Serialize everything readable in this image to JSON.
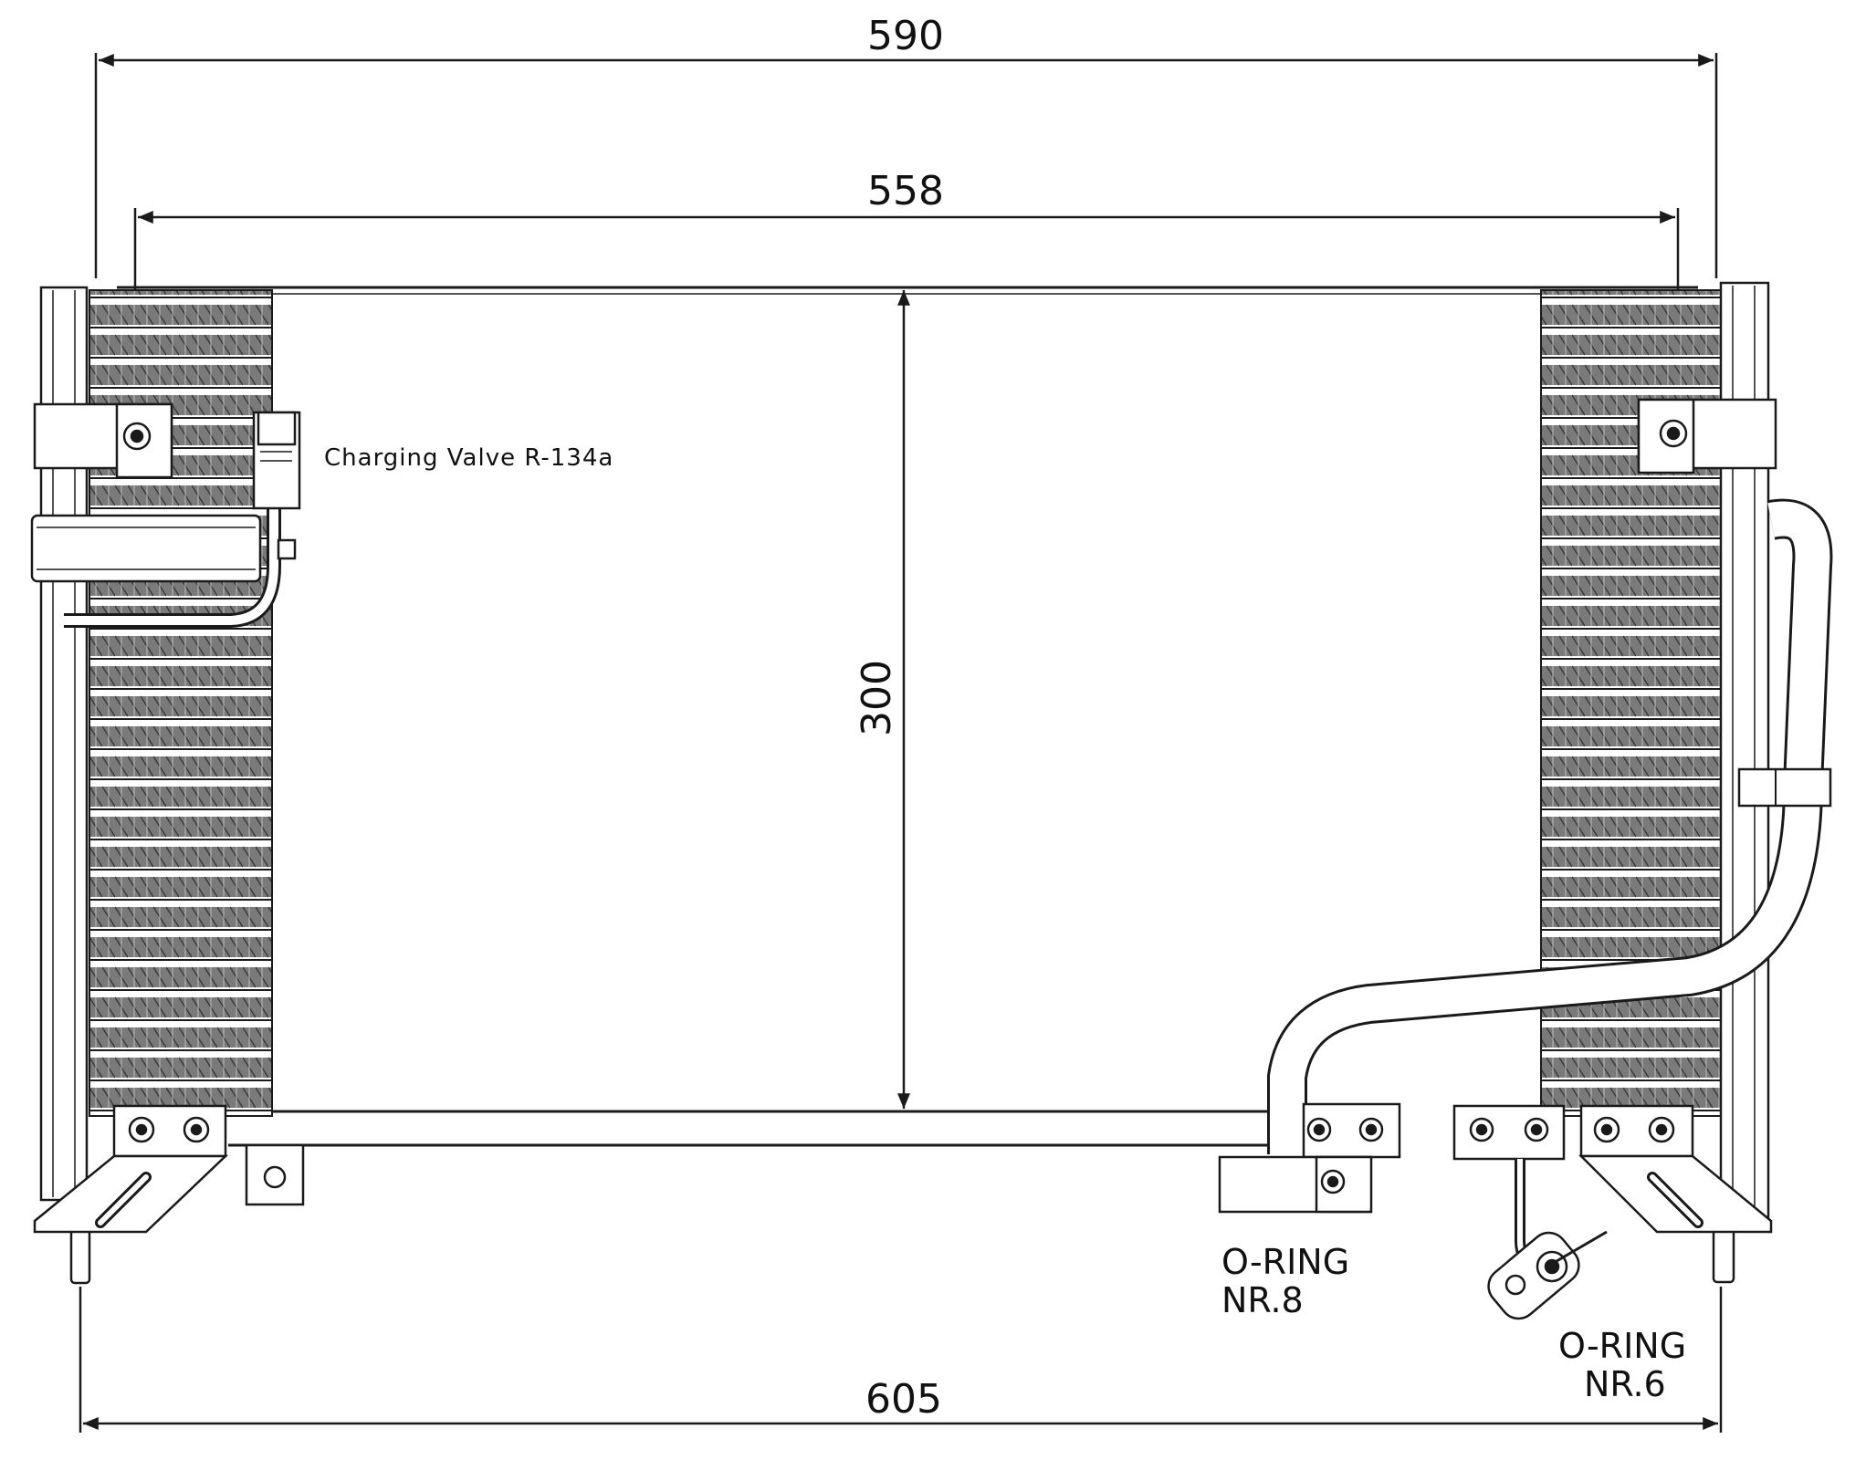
{
  "dimensions": {
    "overall_width": "590",
    "core_width": "558",
    "core_height": "300",
    "bottom_width": "605"
  },
  "labels": {
    "charging_valve": "Charging Valve R-134a",
    "oring_left_line1": "O-RING",
    "oring_left_line2": "NR.8",
    "oring_right_line1": "O-RING",
    "oring_right_line2": "NR.6"
  },
  "colors": {
    "line": "#1a1a1a",
    "fin_fill": "#6a6a6a",
    "background": "#ffffff"
  }
}
